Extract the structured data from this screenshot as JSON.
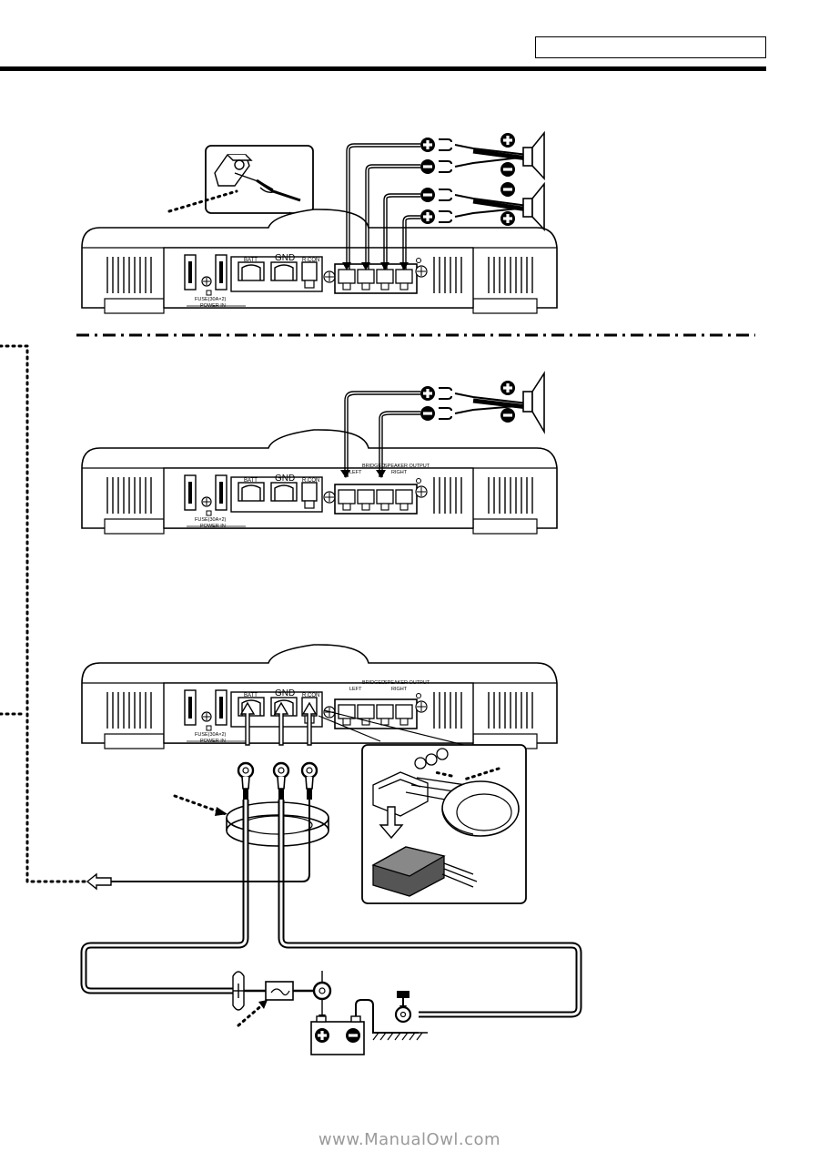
{
  "header": {
    "box_text": ""
  },
  "amplifier": {
    "terminals": {
      "batt": "BATT",
      "gnd": "GND",
      "rcon": "R.CON"
    },
    "fuse_label": "FUSE(30A×2)",
    "power_in": "POWER IN",
    "bridged_label": "BRIDGED",
    "speaker_output": "SPEAKER OUTPUT",
    "left": "LEFT",
    "right": "RIGHT"
  },
  "colors": {
    "ink": "#000000",
    "watermark": "#9a9a9a"
  },
  "watermark": "www.ManualOwl.com"
}
